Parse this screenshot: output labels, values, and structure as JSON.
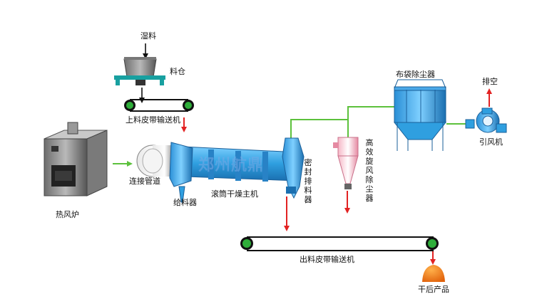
{
  "labels": {
    "wet_material": "湿料",
    "bin": "料仓",
    "feed_belt": "上料皮带输送机",
    "hot_air_furnace": "热风炉",
    "connecting_pipe": "连接管道",
    "feeder": "给料器",
    "drum_dryer": "滚筒干燥主机",
    "sealed_discharger": "密封排料器",
    "cyclone": "高效旋风除尘器",
    "bag_filter": "布袋除尘器",
    "exhaust": "排空",
    "induced_fan": "引风机",
    "out_belt": "出料皮带输送机",
    "product": "干后产品"
  },
  "watermark": "郑州航鼎",
  "colors": {
    "pipe": "#5cc13c",
    "flow_arrow": "#e22222",
    "equipment_blue": "#2f9fe0",
    "belt_green": "#2fae3a",
    "product_orange": "#f07a10"
  }
}
